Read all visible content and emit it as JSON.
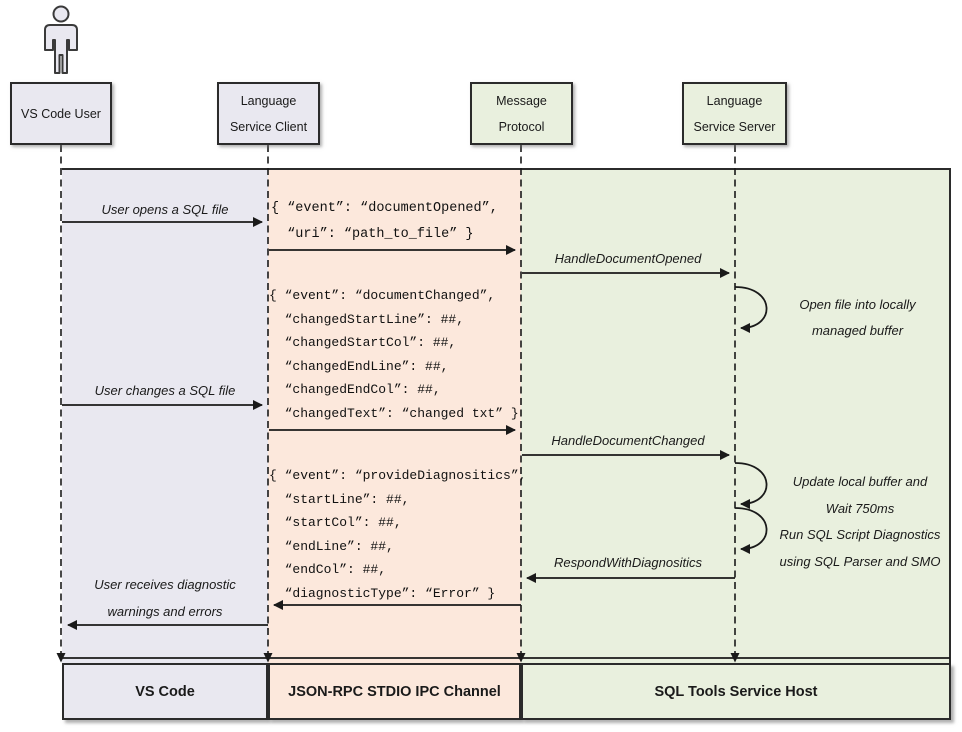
{
  "colors": {
    "vscode_lane": "#e9e8f0",
    "ipc_lane": "#fce8dc",
    "host_lane": "#e9f0de",
    "border": "#2b2b2b"
  },
  "actors": {
    "user": {
      "label": "VS Code User"
    },
    "client": {
      "lines": [
        "Language",
        "Service Client"
      ]
    },
    "protocol": {
      "lines": [
        "Message",
        "Protocol"
      ]
    },
    "server": {
      "lines": [
        "Language",
        "Service Server"
      ]
    }
  },
  "messages": {
    "open_file": "User opens a SQL file",
    "doc_opened_payload": [
      "{ “event”: “documentOpened”,",
      "  “uri”: “path_to_file” }"
    ],
    "handle_doc_opened": "HandleDocumentOpened",
    "open_buffer_note": [
      "Open file into locally",
      "managed buffer"
    ],
    "doc_changed_payload": [
      "{ “event”: “documentChanged”,",
      "  “changedStartLine”: ##,",
      "  “changedStartCol”: ##,",
      "  “changedEndLine”: ##,",
      "  “changedEndCol”: ##,",
      "  “changedText”: “changed txt” }"
    ],
    "change_file": "User changes a SQL file",
    "handle_doc_changed": "HandleDocumentChanged",
    "update_buffer_note": [
      "Update local buffer and",
      "Wait 750ms"
    ],
    "run_diagnostics_note": [
      "Run SQL Script Diagnostics",
      "using SQL Parser and SMO"
    ],
    "diagnostics_payload": [
      "{ “event”: “provideDiagnositics”,",
      "  “startLine”: ##,",
      "  “startCol”: ##,",
      "  “endLine”: ##,",
      "  “endCol”: ##,",
      "  “diagnosticType”: “Error” }"
    ],
    "respond_with_diagnostics": "RespondWithDiagnositics",
    "receive_diagnostics": [
      "User receives diagnostic",
      "warnings and errors"
    ]
  },
  "footer": {
    "vscode": "VS Code",
    "ipc": "JSON-RPC STDIO IPC Channel",
    "host": "SQL Tools Service Host"
  }
}
